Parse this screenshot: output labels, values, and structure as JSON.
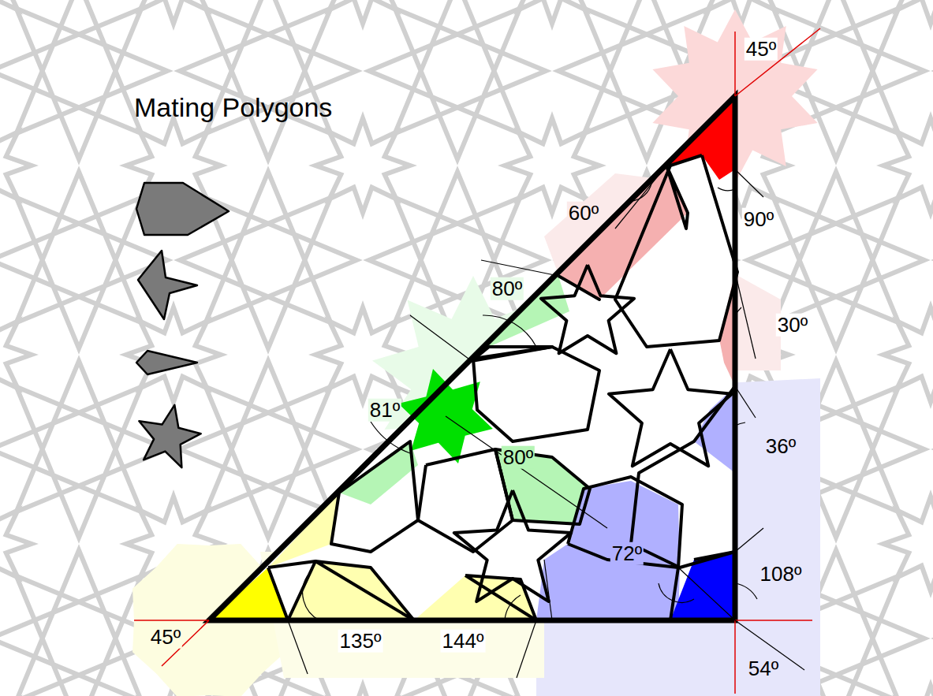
{
  "diagram": {
    "title": "Mating Polygons",
    "labels": [
      "45º",
      "60º",
      "90º",
      "30º",
      "80º",
      "81º",
      "80º",
      "36º",
      "72º",
      "108º",
      "54º",
      "45º",
      "135º",
      "144º"
    ]
  }
}
